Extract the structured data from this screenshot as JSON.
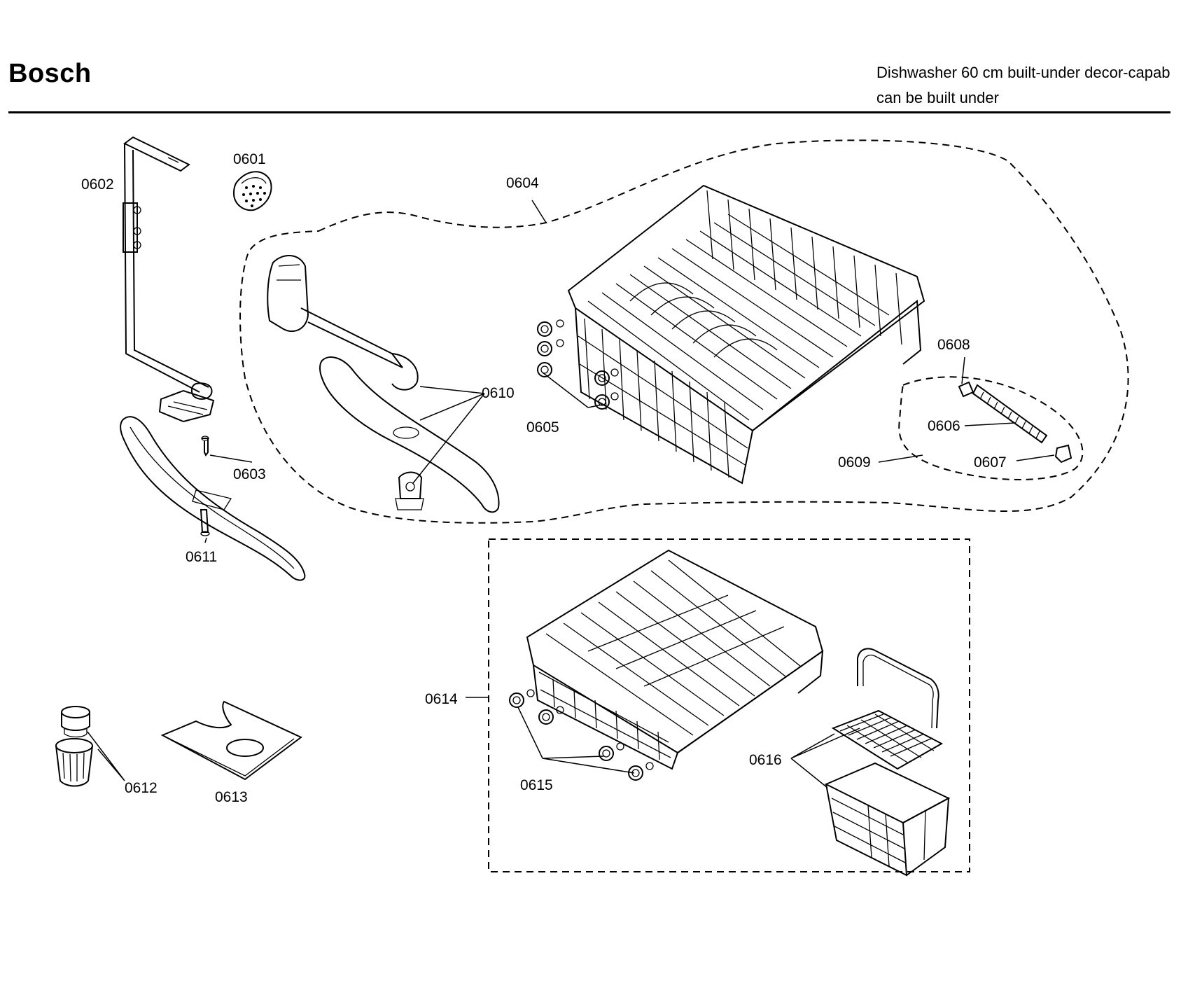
{
  "header": {
    "brand": "Bosch",
    "description_line1": "Dishwasher 60 cm built-under decor-capab",
    "description_line2": "can be built under"
  },
  "parts": {
    "p0601": "0601",
    "p0602": "0602",
    "p0603": "0603",
    "p0604": "0604",
    "p0605": "0605",
    "p0606": "0606",
    "p0607": "0607",
    "p0608": "0608",
    "p0609": "0609",
    "p0610": "0610",
    "p0611": "0611",
    "p0612": "0612",
    "p0613": "0613",
    "p0614": "0614",
    "p0615": "0615",
    "p0616": "0616"
  }
}
